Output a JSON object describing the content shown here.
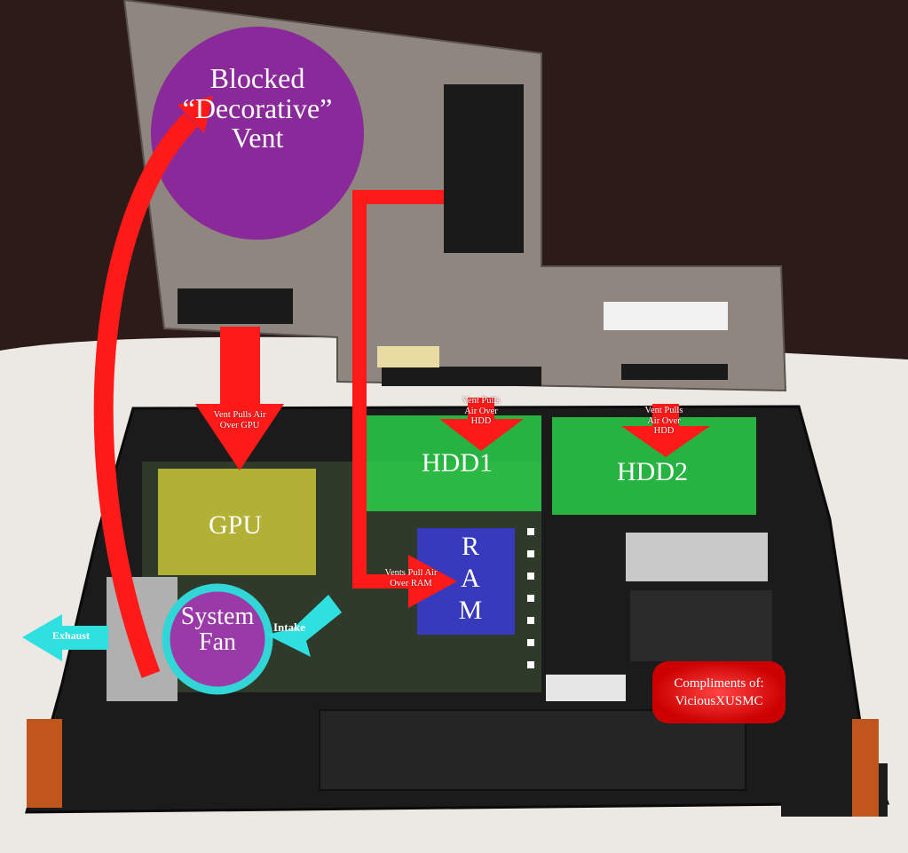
{
  "labels": {
    "blocked_vent_line1": "Blocked",
    "blocked_vent_line2": "“Decorative”",
    "blocked_vent_line3": "Vent",
    "vent_gpu_line1": "Vent Pulls Air",
    "vent_gpu_line2": "Over GPU",
    "vent_hdd1_line1": "Vent Pulls",
    "vent_hdd1_line2": "Air Over",
    "vent_hdd1_line3": "HDD",
    "vent_hdd2_line1": "Vent Pulls",
    "vent_hdd2_line2": "Air Over",
    "vent_hdd2_line3": "HDD",
    "vent_ram_line1": "Vents Pull Air",
    "vent_ram_line2": "Over RAM",
    "hdd1": "HDD1",
    "hdd2": "HDD2",
    "gpu": "GPU",
    "ram_r": "R",
    "ram_a": "A",
    "ram_m": "M",
    "system_fan_line1": "System",
    "system_fan_line2": "Fan",
    "intake": "Intake",
    "exhaust": "Exhaust",
    "credit_line1": "Compliments of:",
    "credit_line2": "ViciousXUSMC"
  },
  "colors": {
    "arrow_red": "#ff1a1a",
    "hdd_highlight": "#2bd64a",
    "gpu_highlight": "#d8d23a",
    "ram_highlight": "#3a3adf",
    "fan_ring": "#33d6d6",
    "purple_marker": "#8a2a9a",
    "cyan_arrow": "#2ee0e0",
    "credit_badge": "#e01010"
  }
}
